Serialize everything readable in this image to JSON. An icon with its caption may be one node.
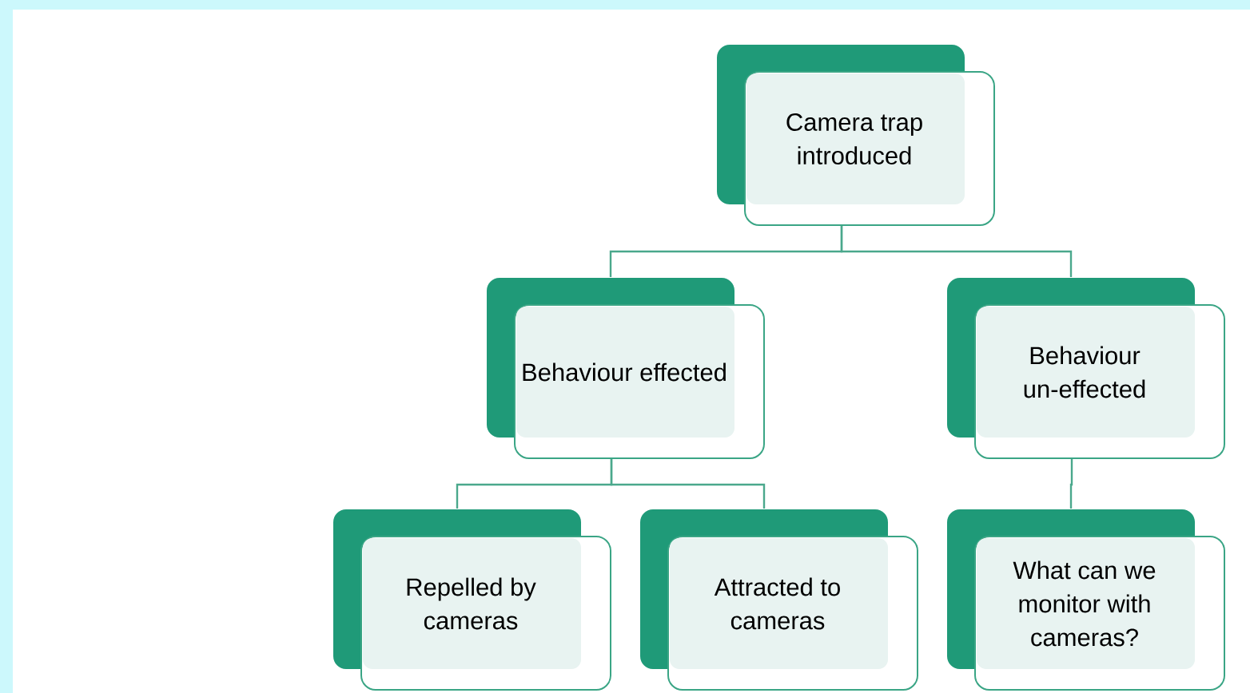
{
  "diagram": {
    "nodes": [
      {
        "text": [
          "Camera trap introduced"
        ]
      },
      {
        "text": [
          "Behaviour effected"
        ]
      },
      {
        "text": [
          "Behaviour un-effected"
        ]
      },
      {
        "text": [
          "Repelled by cameras"
        ]
      },
      {
        "text": [
          "Attracted to cameras"
        ]
      },
      {
        "text": [
          "What can we monitor with cameras?"
        ]
      }
    ],
    "edges": [
      {
        "from": 0,
        "to": 1,
        "arrow": "none"
      },
      {
        "from": 0,
        "to": 2,
        "arrow": "none"
      },
      {
        "from": 1,
        "to": 3,
        "arrow": "none"
      },
      {
        "from": 1,
        "to": 4,
        "arrow": "none"
      },
      {
        "from": 2,
        "to": 5,
        "arrow": "none"
      }
    ]
  }
}
